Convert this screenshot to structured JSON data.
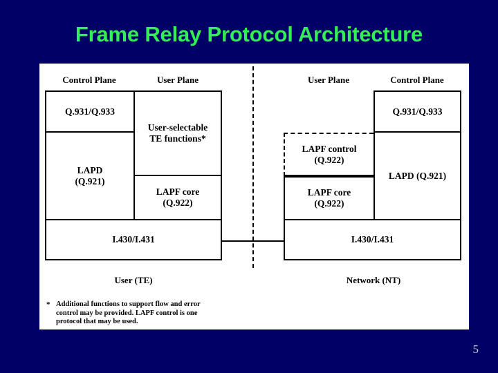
{
  "slide": {
    "title": "Frame Relay Protocol Architecture",
    "page_number": "5",
    "colors": {
      "background": "#000066",
      "title": "#33ee55",
      "panel": "#ffffff",
      "stroke": "#000000",
      "page_number": "#c8c8d8"
    }
  },
  "diagram": {
    "user_side": {
      "side_label": "User (TE)",
      "plane_headers": {
        "control": "Control Plane",
        "user": "User Plane"
      },
      "control_plane": {
        "signaling": "Q.931/Q.933",
        "datalink_line1": "LAPD",
        "datalink_line2": "(Q.921)"
      },
      "user_plane": {
        "te_line1": "User-selectable",
        "te_line2": "TE functions*",
        "lapf_core_line1": "LAPF core",
        "lapf_core_line2": "(Q.922)"
      },
      "physical": "I.430/I.431"
    },
    "network_side": {
      "side_label": "Network (NT)",
      "plane_headers": {
        "user": "User Plane",
        "control": "Control Plane"
      },
      "user_plane": {
        "lapf_control_line1": "LAPF control",
        "lapf_control_line2": "(Q.922)",
        "lapf_core_line1": "LAPF core",
        "lapf_core_line2": "(Q.922)"
      },
      "control_plane": {
        "signaling": "Q.931/Q.933",
        "datalink": "LAPD (Q.921)"
      },
      "physical": "I.430/I.431"
    },
    "footnote": {
      "marker": "*",
      "text": "Additional functions to support flow and error control may be provided. LAPF control is one protocol that may be used."
    }
  }
}
